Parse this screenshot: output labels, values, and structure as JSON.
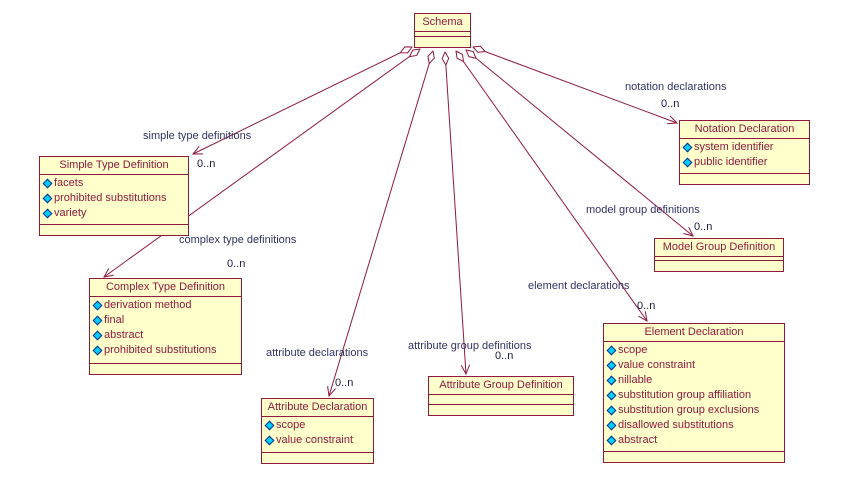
{
  "diagram": {
    "type": "uml-class-diagram",
    "classes": [
      {
        "id": "schema",
        "name": "Schema",
        "attributes": []
      },
      {
        "id": "simple-type-definition",
        "name": "Simple Type Definition",
        "attributes": [
          "facets",
          "prohibited substitutions",
          "variety"
        ]
      },
      {
        "id": "complex-type-definition",
        "name": "Complex Type Definition",
        "attributes": [
          "derivation method",
          "final",
          "abstract",
          "prohibited substitutions"
        ]
      },
      {
        "id": "attribute-declaration",
        "name": "Attribute Declaration",
        "attributes": [
          "scope",
          "value constraint"
        ]
      },
      {
        "id": "attribute-group-definition",
        "name": "Attribute Group Definition",
        "attributes": []
      },
      {
        "id": "notation-declaration",
        "name": "Notation Declaration",
        "attributes": [
          "system identifier",
          "public identifier"
        ]
      },
      {
        "id": "model-group-definition",
        "name": "Model Group Definition",
        "attributes": []
      },
      {
        "id": "element-declaration",
        "name": "Element Declaration",
        "attributes": [
          "scope",
          "value constraint",
          "nillable",
          "substitution group affiliation",
          "substitution group exclusions",
          "disallowed substitutions",
          "abstract"
        ]
      }
    ],
    "associations": [
      {
        "id": "simple",
        "source": "Schema",
        "target": "Simple Type Definition",
        "label": "simple type definitions",
        "multiplicity": "0..n",
        "source_end": "hollow-diamond",
        "target_end": "open-arrow"
      },
      {
        "id": "complex",
        "source": "Schema",
        "target": "Complex Type Definition",
        "label": "complex type definitions",
        "multiplicity": "0..n",
        "source_end": "hollow-diamond",
        "target_end": "open-arrow"
      },
      {
        "id": "attribute",
        "source": "Schema",
        "target": "Attribute Declaration",
        "label": "attribute declarations",
        "multiplicity": "0..n",
        "source_end": "hollow-diamond",
        "target_end": "open-arrow"
      },
      {
        "id": "attribute-group",
        "source": "Schema",
        "target": "Attribute Group Definition",
        "label": "attribute group definitions",
        "multiplicity": "0..n",
        "source_end": "hollow-diamond",
        "target_end": "open-arrow"
      },
      {
        "id": "element",
        "source": "Schema",
        "target": "Element Declaration",
        "label": "element declarations",
        "multiplicity": "0..n",
        "source_end": "hollow-diamond",
        "target_end": "open-arrow"
      },
      {
        "id": "model-group",
        "source": "Schema",
        "target": "Model Group Definition",
        "label": "model group definitions",
        "multiplicity": "0..n",
        "source_end": "hollow-diamond",
        "target_end": "open-arrow"
      },
      {
        "id": "notation",
        "source": "Schema",
        "target": "Notation Declaration",
        "label": "notation declarations",
        "multiplicity": "0..n",
        "source_end": "hollow-diamond",
        "target_end": "open-arrow"
      }
    ],
    "icons": {
      "attribute": "attribute-gem-icon",
      "aggregation": "hollow-diamond-icon",
      "navigability": "open-arrow-icon"
    }
  },
  "colors": {
    "background": "#FFFFFF",
    "box_fill": "#FFFFCC",
    "line": "#8E1A3E",
    "class_text": "#8E1A3E",
    "label_text": "#333366",
    "multiplicity_text": "#1A1A40",
    "attribute_icon_fill": "#00CCFF",
    "attribute_icon_border": "#003380"
  }
}
